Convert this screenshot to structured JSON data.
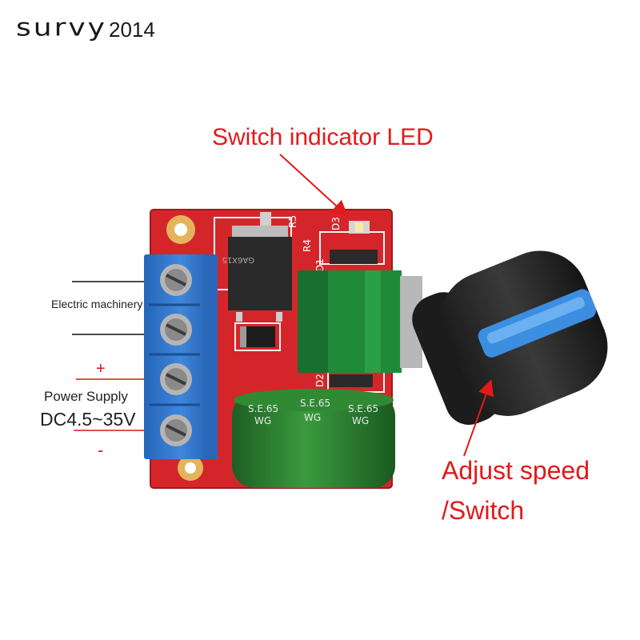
{
  "brand": {
    "name": "survy",
    "year": "2014"
  },
  "annotations": {
    "led": "Switch indicator LED",
    "speed_line1": "Adjust speed",
    "speed_line2": "/Switch"
  },
  "wiring_labels": {
    "motor": "Electric machinery",
    "plus": "+",
    "power": "Power Supply",
    "voltage": "DC4.5~35V",
    "minus": "-"
  },
  "board_markings": {
    "mosfet": "GA6X15",
    "capacitor": "S.E.65",
    "capacitor_sub": "WG",
    "components": [
      "R5",
      "R4",
      "D3",
      "D1",
      "D2"
    ]
  },
  "colors": {
    "annotation": "#e21a1a",
    "pcb": "#d4262a",
    "terminal": "#2f73c9",
    "capacitor": "#2b7a2e",
    "knob": "#2b2b2b",
    "knob_accent": "#3c8ee0",
    "pot": "#1f8a3a"
  }
}
